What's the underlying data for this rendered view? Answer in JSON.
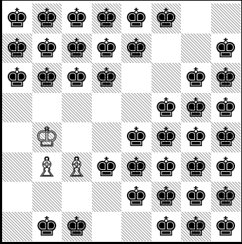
{
  "board": {
    "light_color": "#ffffff",
    "dark_color": "#9a9a9a",
    "glyphs": {
      "bk": "♚",
      "wk": "♔",
      "wb": "♗",
      "bq": "♛"
    },
    "rows": [
      [
        "bk",
        "bk",
        "bk",
        "bk",
        "bk",
        "bk",
        "",
        ""
      ],
      [
        "bk",
        "bk",
        "bk",
        "bk",
        "bk",
        "",
        "",
        "bk"
      ],
      [
        "bk",
        "bk",
        "bk",
        "bk",
        "",
        "",
        "bk",
        "bk"
      ],
      [
        "",
        "",
        "",
        "",
        "",
        "bk",
        "bk",
        "bk"
      ],
      [
        "",
        "wk",
        "",
        "",
        "bk",
        "bk",
        "bk",
        "bk"
      ],
      [
        "",
        "wb",
        "wb",
        "bk",
        "bk",
        "bk",
        "bk",
        "bk"
      ],
      [
        "",
        "",
        "",
        "",
        "bk",
        "bk",
        "bk",
        "bk"
      ],
      [
        "",
        "bk",
        "bk",
        "",
        "",
        "bk",
        "bk",
        "bk"
      ]
    ]
  }
}
